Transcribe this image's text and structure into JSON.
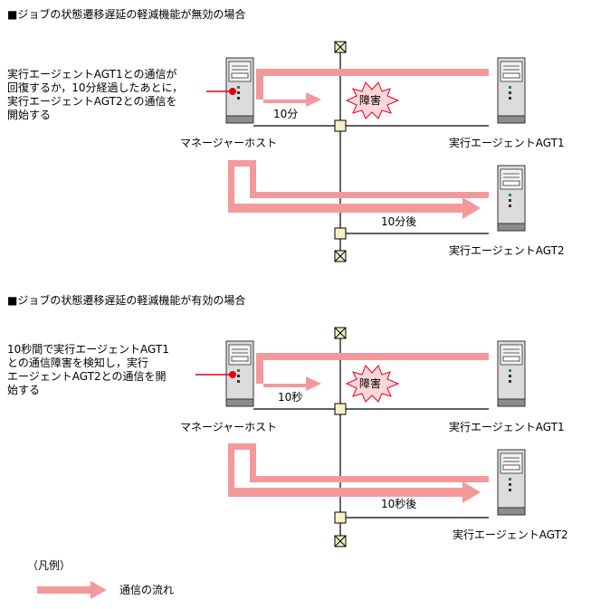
{
  "panels": [
    {
      "heading": "■ジョブの状態遷移遅延の軽減機能が無効の場合",
      "note": "実行エージェントAGT1との通信が\n回復するか，10分経過したあとに，\n実行エージェントAGT2との通信を\n開始する",
      "manager_label": "マネージャーホスト",
      "agent1_label": "実行エージェントAGT1",
      "agent2_label": "実行エージェントAGT2",
      "fault_label": "障害",
      "wait_label": "10分",
      "after_label": "10分後"
    },
    {
      "heading": "■ジョブの状態遷移遅延の軽減機能が有効の場合",
      "note": "10秒間で実行エージェントAGT1\nとの通信障害を検知し，実行\nエージェントAGT2との通信を開\n始する",
      "manager_label": "マネージャーホスト",
      "agent1_label": "実行エージェントAGT1",
      "agent2_label": "実行エージェントAGT2",
      "fault_label": "障害",
      "wait_label": "10秒",
      "after_label": "10秒後"
    }
  ],
  "legend": {
    "title": "（凡例）",
    "flow_label": "通信の流れ"
  },
  "colors": {
    "flow_arrow": "#f4999b",
    "callout": "#e60012",
    "fault_burst": "#fbd7db",
    "node_fill": "#f5f0c8",
    "line": "#000000"
  }
}
